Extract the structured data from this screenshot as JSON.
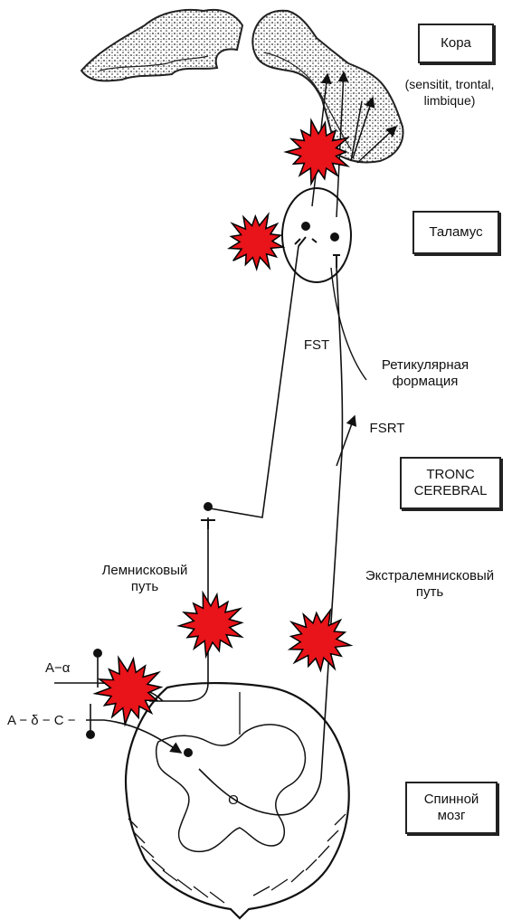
{
  "labels": {
    "cortex": "Кора",
    "cortex_areas": "(sensitit, trontal,\nlimbique)",
    "thalamus": "Таламус",
    "fst": "FST",
    "reticular_line1": "Ретикулярная",
    "reticular_line2": "формация",
    "fsrt": "FSRT",
    "brainstem_line1": "TRONC",
    "brainstem_line2": "CEREBRAL",
    "lemniscal_line1": "Лемнисковый",
    "lemniscal_line2": "путь",
    "extralemniscal_line1": "Экстралемнисковый",
    "extralemniscal_line2": "путь",
    "fiber_a_alpha": "A−α",
    "fiber_a_delta_c": "A − δ − C −",
    "gray_matter_mark": "O",
    "spinal_line1": "Спинной",
    "spinal_line2": "мозг"
  },
  "colors": {
    "ink": "#111111",
    "block_marker": "#e8141a",
    "background": "#ffffff"
  },
  "icons": {
    "block_marker": "red-starburst-icon"
  }
}
